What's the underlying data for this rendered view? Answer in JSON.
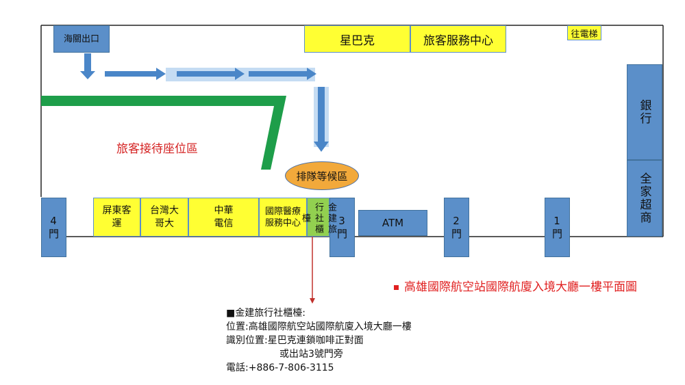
{
  "title": "高雄國際航空站國際航廈入境大廳一樓平面圖",
  "customs_exit": "海關出口",
  "starbucks": "星巴克",
  "service_center": "旅客服務中心",
  "elevator": "往電梯",
  "bank": "銀行",
  "familymart": "全家超商",
  "reception_area": "旅客接待座位區",
  "queue_area": "排隊等候區",
  "counters": {
    "pingtung": "屏東客運",
    "taiwan_mobile": "台灣大哥大",
    "chunghwa": "中華電信",
    "medical": "國際醫療服務中心",
    "jinjian": "金建旅行社櫃檯",
    "atm": "ATM"
  },
  "gates": {
    "gate4": "4門",
    "gate3": "3門",
    "gate2": "2門",
    "gate1": "1門"
  },
  "info": {
    "heading": "■金建旅行社櫃檯:",
    "location": "位置:高雄國際航空站國際航廈入境大廳一樓",
    "landmark": "識別位置:星巴克連鎖咖啡正對面",
    "landmark_alt": "或出站3號門旁",
    "phone": "電話:+886-7-806-3115"
  },
  "colors": {
    "blue": "#5b8fc9",
    "yellow": "#ffff33",
    "green_counter": "#92d050",
    "corridor_green": "#1e9e4a",
    "queue_orange": "#f2a93b",
    "red_text": "#e02020"
  }
}
